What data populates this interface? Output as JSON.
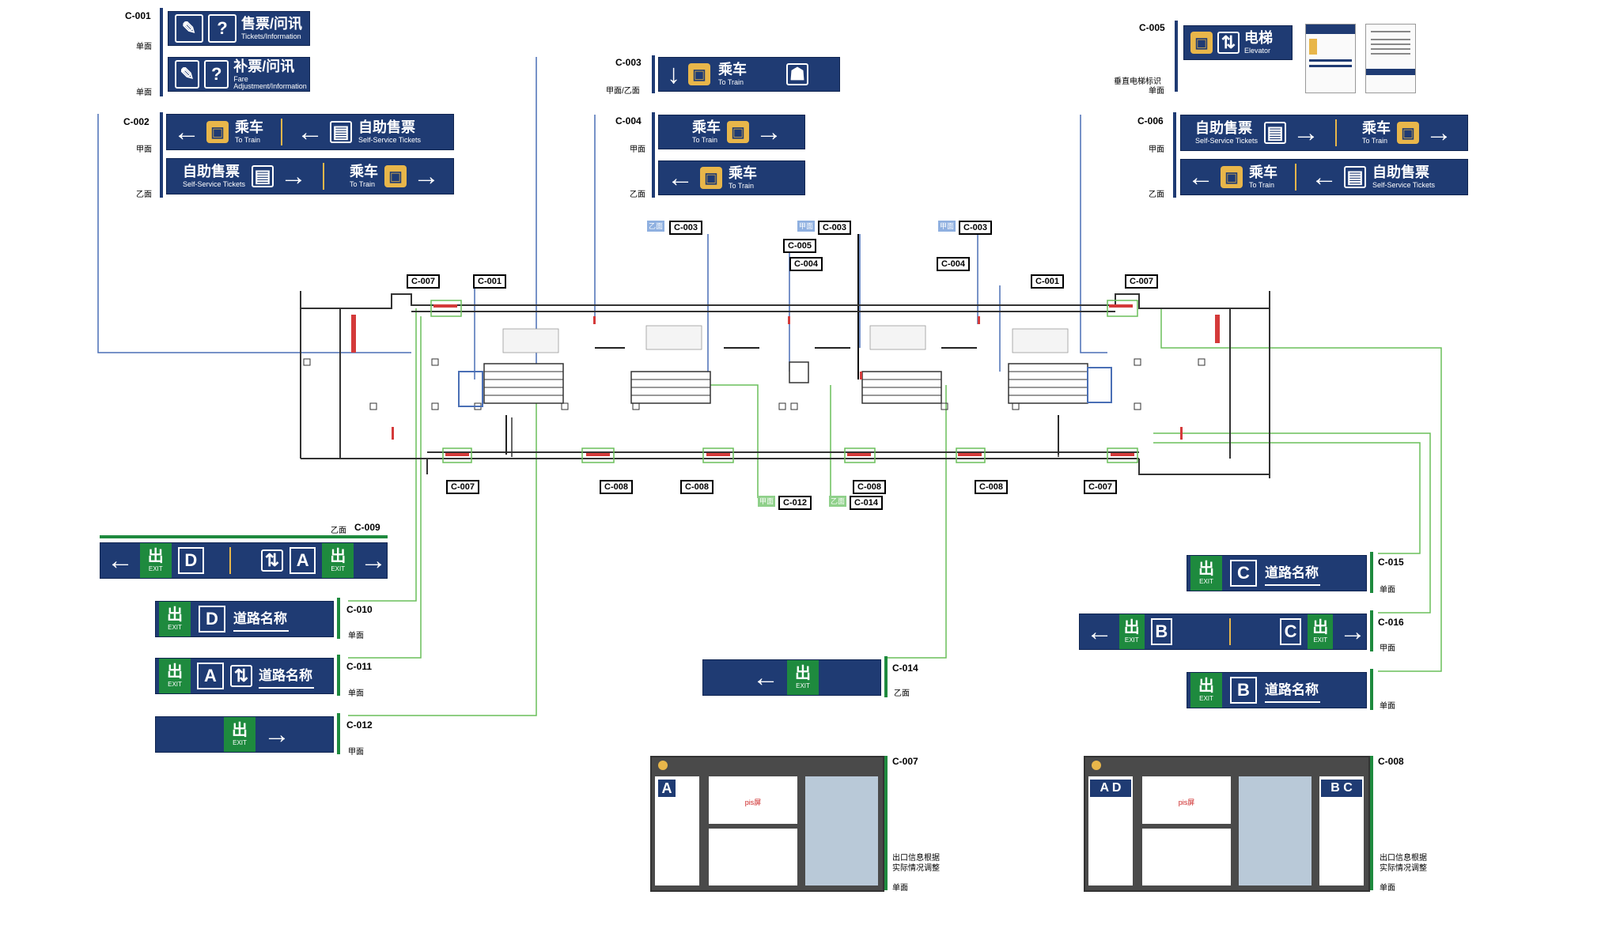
{
  "signs": {
    "c001": {
      "code": "C-001",
      "face1": "单面",
      "face2": "单面",
      "row1": {
        "zh": "售票/问讯",
        "en": "Tickets/Information"
      },
      "row2": {
        "zh": "补票/问讯",
        "en": "Fare Adjustment/Information"
      }
    },
    "c002": {
      "code": "C-002",
      "face1": "甲面",
      "face2": "乙面",
      "a_left": {
        "zh": "乘车",
        "en": "To Train"
      },
      "a_right": {
        "zh": "自助售票",
        "en": "Self-Service Tickets"
      },
      "b_left": {
        "zh": "自助售票",
        "en": "Self-Service Tickets"
      },
      "b_right": {
        "zh": "乘车",
        "en": "To Train"
      }
    },
    "c003": {
      "code": "C-003",
      "face": "甲面/乙面",
      "zh": "乘车",
      "en": "To Train"
    },
    "c004": {
      "code": "C-004",
      "face1": "甲面",
      "face2": "乙面",
      "a": {
        "zh": "乘车",
        "en": "To Train"
      },
      "b": {
        "zh": "乘车",
        "en": "To Train"
      }
    },
    "c005": {
      "code": "C-005",
      "zh": "电梯",
      "en": "Elevator",
      "note1": "垂直电梯标识",
      "note2": "单面"
    },
    "c006": {
      "code": "C-006",
      "face1": "甲面",
      "face2": "乙面",
      "a_left": {
        "zh": "自助售票",
        "en": "Self-Service Tickets"
      },
      "a_right": {
        "zh": "乘车",
        "en": "To Train"
      },
      "b_left": {
        "zh": "乘车",
        "en": "To Train"
      },
      "b_right": {
        "zh": "自助售票",
        "en": "Self-Service Tickets"
      }
    },
    "c009": {
      "code": "C-009",
      "face": "乙面",
      "letter1": "D",
      "letter2": "A"
    },
    "c010": {
      "code": "C-010",
      "face": "单面",
      "letter": "D",
      "road": "道路名称"
    },
    "c011": {
      "code": "C-011",
      "face": "单面",
      "letter": "A",
      "road": "道路名称"
    },
    "c012": {
      "code": "C-012",
      "face": "甲面"
    },
    "c014": {
      "code": "C-014",
      "face": "乙面"
    },
    "c015": {
      "code": "C-015",
      "face": "单面",
      "letter": "C",
      "road": "道路名称"
    },
    "c016": {
      "code": "C-016",
      "face": "甲面",
      "letter1": "B",
      "letter2": "C"
    },
    "c017": {
      "face": "单面",
      "letter": "B",
      "road": "道路名称"
    },
    "c007panel": {
      "code": "C-007",
      "note1": "出口信息根据",
      "note2": "实际情况调整",
      "face": "单面",
      "letter": "A",
      "pis": "pis屏"
    },
    "c008panel": {
      "code": "C-008",
      "note1": "出口信息根据",
      "note2": "实际情况调整",
      "face": "单面",
      "letters_left": "A D",
      "letters_right": "B C",
      "pis": "pis屏"
    }
  },
  "exit": {
    "zh": "出",
    "en": "EXIT"
  },
  "plan_tags": {
    "c007a": "C-007",
    "c001a": "C-001",
    "c003a": "C-003",
    "c003b": "C-003",
    "c003c": "C-003",
    "c005": "C-005",
    "c004a": "C-004",
    "c004b": "C-004",
    "c001b": "C-001",
    "c007b": "C-007",
    "c007c": "C-007",
    "c008a": "C-008",
    "c008b": "C-008",
    "c008c": "C-008",
    "c008d": "C-008",
    "c007d": "C-007",
    "c012": "C-012",
    "c014": "C-014",
    "p_yi1": "乙面",
    "p_jia1": "甲面",
    "p_jia2": "甲面",
    "p_jia3": "甲面",
    "p_yi2": "乙面"
  },
  "colors": {
    "navy": "#1f3b73",
    "green": "#1e8a3e",
    "gold": "#e8b64a",
    "blue_line": "#4a6fb5",
    "green_line": "#6abf5a"
  }
}
